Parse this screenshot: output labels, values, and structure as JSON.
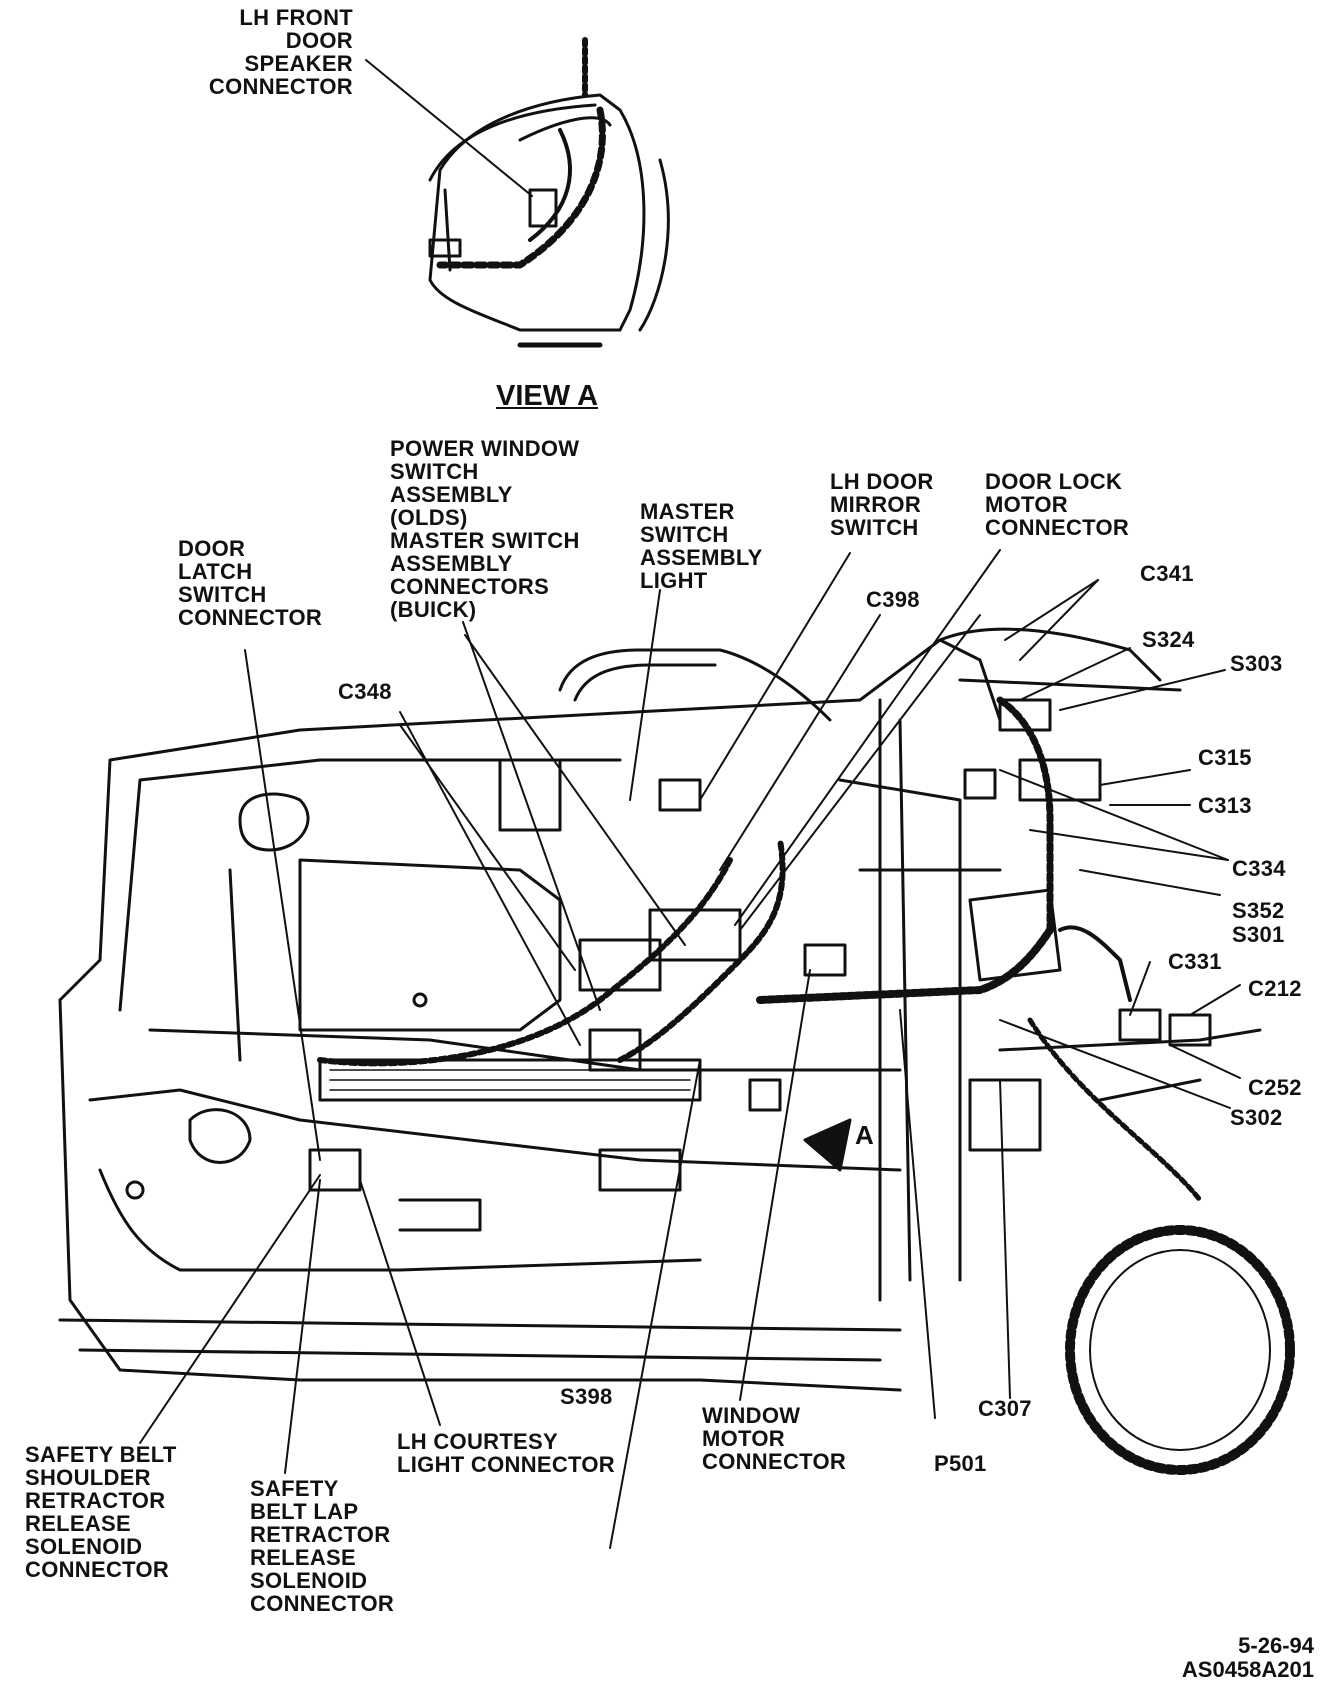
{
  "view_a": {
    "title": "VIEW A",
    "speaker_connector": "LH FRONT\nDOOR\nSPEAKER\nCONNECTOR"
  },
  "callouts": {
    "power_window_switch": "POWER WINDOW\nSWITCH\nASSEMBLY\n(OLDS)\nMASTER SWITCH\nASSEMBLY\nCONNECTORS\n(BUICK)",
    "master_switch_light": "MASTER\nSWITCH\nASSEMBLY\nLIGHT",
    "lh_door_mirror_switch": "LH DOOR\nMIRROR\nSWITCH",
    "door_lock_motor": "DOOR LOCK\nMOTOR\nCONNECTOR",
    "door_latch_switch": "DOOR\nLATCH\nSWITCH\nCONNECTOR",
    "c341": "C341",
    "c398": "C398",
    "s324": "S324",
    "s303": "S303",
    "c348": "C348",
    "c315": "C315",
    "c313": "C313",
    "c334": "C334",
    "s352": "S352",
    "s301": "S301",
    "c331": "C331",
    "c212": "C212",
    "c252": "C252",
    "s302": "S302",
    "s398": "S398",
    "window_motor": "WINDOW\nMOTOR\nCONNECTOR",
    "c307": "C307",
    "p501": "P501",
    "lh_courtesy": "LH COURTESY\nLIGHT CONNECTOR",
    "shoulder_solenoid": "SAFETY BELT\nSHOULDER\nRETRACTOR\nRELEASE\nSOLENOID\nCONNECTOR",
    "lap_solenoid": "SAFETY\nBELT LAP\nRETRACTOR\nRELEASE\nSOLENOID\nCONNECTOR"
  },
  "view_marker": "A",
  "stamp": {
    "date": "5-26-94",
    "code": "AS0458A201"
  }
}
